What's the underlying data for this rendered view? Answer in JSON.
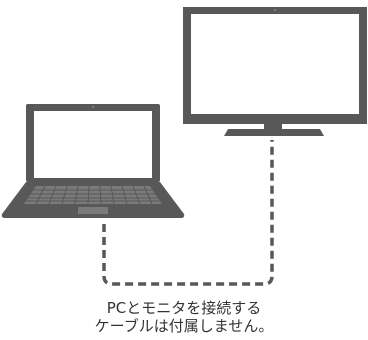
{
  "caption": {
    "line1": "PCとモニタを接続する",
    "line2": "ケーブルは付属しません。"
  },
  "icons": {
    "monitor": "monitor-icon",
    "laptop": "laptop-icon",
    "cable": "cable-connection"
  },
  "colors": {
    "device_fill": "#585858",
    "screen_fill": "#ffffff",
    "cable": "#585858",
    "text": "#333333"
  },
  "cable_style": "dashed"
}
